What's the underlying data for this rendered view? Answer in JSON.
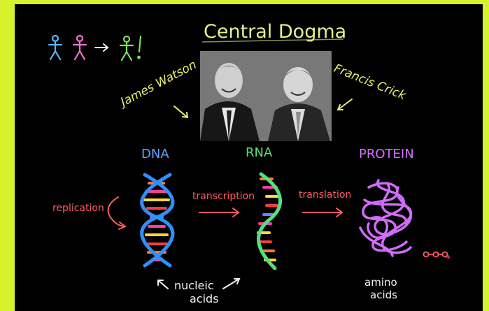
{
  "title": "Central Dogma",
  "people": {
    "left": "James Watson",
    "right": "Francis Crick"
  },
  "molecules": {
    "dna": "DNA",
    "rna": "RNA",
    "protein": "PROTEIN"
  },
  "processes": {
    "replication": "replication",
    "transcription": "transcription",
    "translation": "translation"
  },
  "groups": {
    "nucleic_acids": "nucleic acids",
    "amino_acids": "amino acids"
  },
  "colors": {
    "background": "#000000",
    "frame": "#d7f22c",
    "title": "#e6f08a",
    "dna_label": "#5aa7ff",
    "rna_label": "#55e07a",
    "protein_label": "#d070ff",
    "process_text": "#ff5a66",
    "name_text": "#e8f06c",
    "footer_text": "#f2f2f2"
  }
}
